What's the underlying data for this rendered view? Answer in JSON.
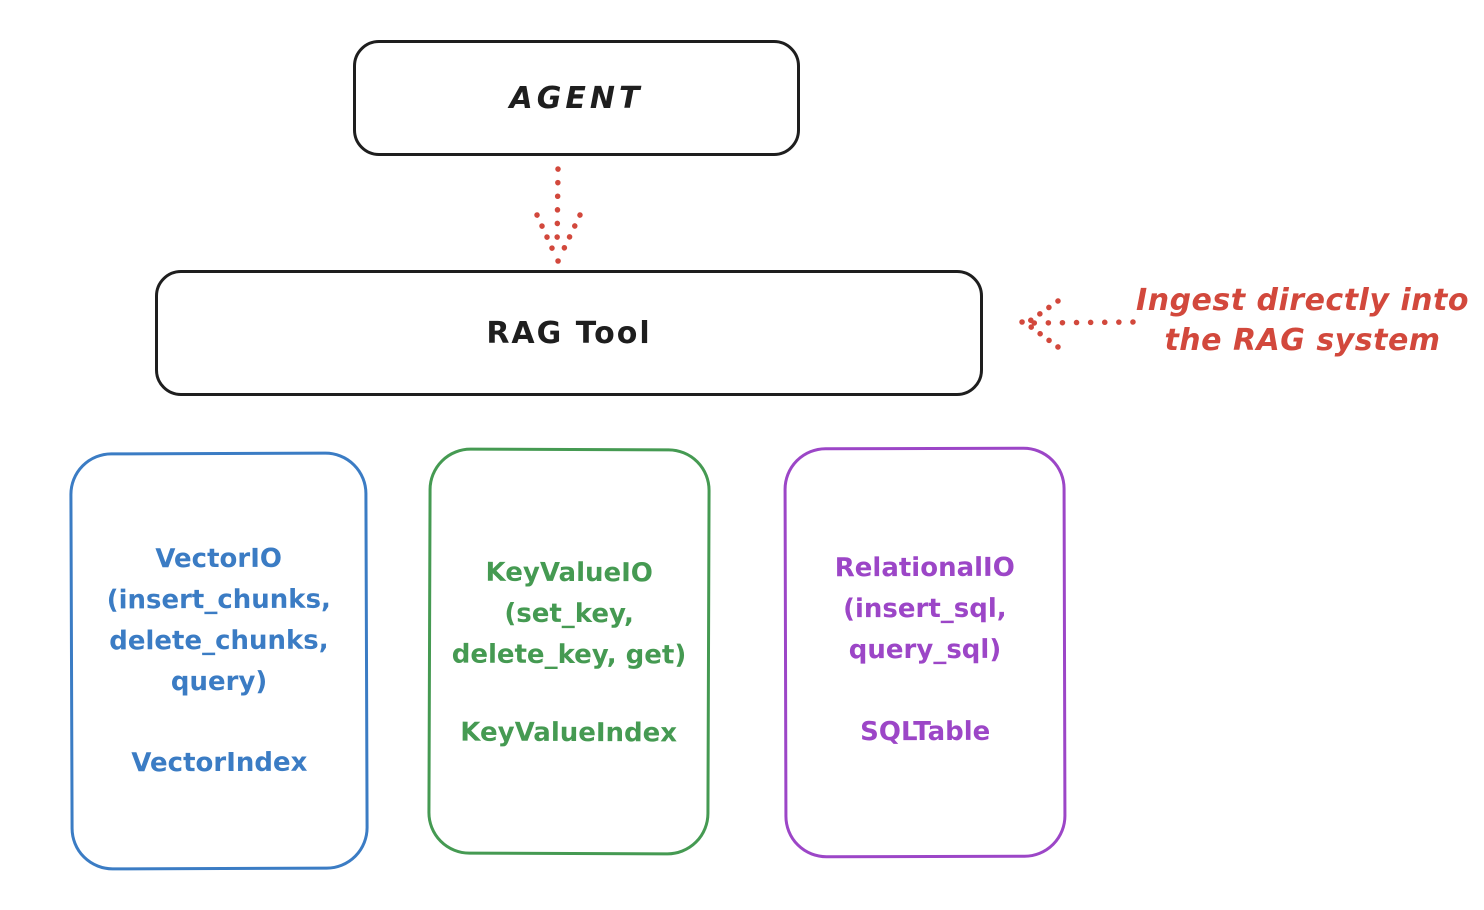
{
  "diagram": {
    "agent_box": {
      "label": "AGENT"
    },
    "rag_tool_box": {
      "label": "RAG Tool"
    },
    "annotation": {
      "line1": "Ingest directly into",
      "line2": "the RAG system"
    },
    "arrows": [
      {
        "icon": "dotted-arrow-down",
        "from": "agent_box",
        "to": "rag_tool_box"
      },
      {
        "icon": "dotted-arrow-left",
        "from": "annotation",
        "to": "rag_tool_box"
      }
    ],
    "io_boxes": [
      {
        "id": "vector-io",
        "color": "#3b7cc4",
        "lines": [
          "VectorIO",
          "(insert_chunks,",
          "delete_chunks,",
          "query)"
        ],
        "index_label": "VectorIndex"
      },
      {
        "id": "keyvalue-io",
        "color": "#459a52",
        "lines": [
          "KeyValueIO",
          "(set_key,",
          "delete_key, get)"
        ],
        "index_label": "KeyValueIndex"
      },
      {
        "id": "relational-io",
        "color": "#9c46c7",
        "lines": [
          "RelationalIO",
          "(insert_sql,",
          "query_sql)"
        ],
        "index_label": "SQLTable"
      }
    ],
    "colors": {
      "stroke": "#1e1e1e",
      "red": "#d2483c",
      "blue": "#3b7cc4",
      "green": "#459a52",
      "purple": "#9c46c7",
      "background": "#ffffff"
    }
  }
}
